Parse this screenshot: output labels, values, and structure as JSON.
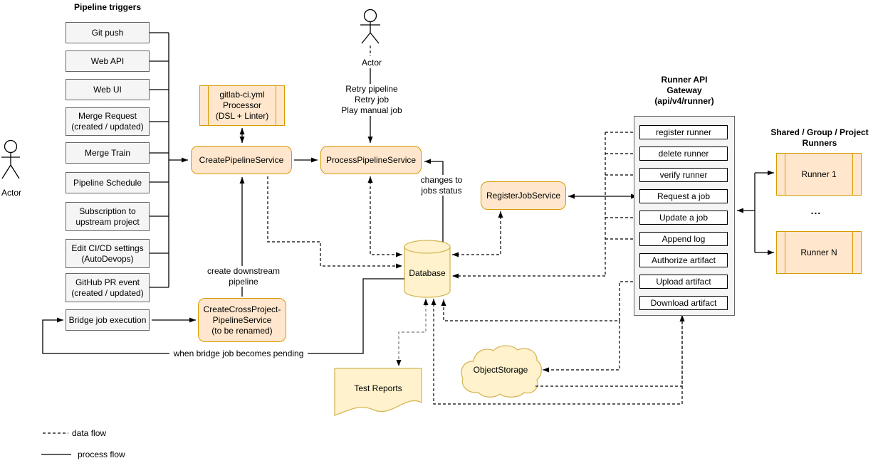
{
  "titles": {
    "pipeline_triggers": "Pipeline triggers",
    "runner_api_gateway": "Runner API\nGateway\n(api/v4/runner)",
    "shared_runners": "Shared / Group / Project\nRunners"
  },
  "actors": {
    "left": "Actor",
    "top": "Actor"
  },
  "triggers": [
    "Git push",
    "Web API",
    "Web UI",
    "Merge Request\n(created / updated)",
    "Merge Train",
    "Pipeline Schedule",
    "Subscription to\nupstream project",
    "Edit CI/CD settings\n(AutoDevops)",
    "GitHub PR event\n(created / updated)"
  ],
  "bridge": "Bridge job execution",
  "services": {
    "processor": "gitlab-ci.yml\nProcessor\n(DSL + Linter)",
    "create_pipeline": "CreatePipelineService",
    "process_pipeline": "ProcessPipelineService",
    "register_job": "RegisterJobService",
    "create_cross_project": "CreateCrossProject-\nPipelineService\n(to be renamed)"
  },
  "stores": {
    "database": "Database",
    "test_reports": "Test Reports",
    "object_storage": "ObjectStorage"
  },
  "gateway_endpoints": [
    "register runner",
    "delete runner",
    "verify runner",
    "Request a job",
    "Update a job",
    "Append log",
    "Authorize artifact",
    "Upload artifact",
    "Download artifact"
  ],
  "runners": {
    "runner1": "Runner 1",
    "ellipsis": "...",
    "runnerN": "Runner N"
  },
  "edge_labels": {
    "retry": "Retry pipeline\nRetry job\nPlay manual job",
    "changes": "changes to\njobs status",
    "create_downstream": "create downstream\npipeline",
    "when_bridge": "when bridge job becomes pending"
  },
  "legend": {
    "data_flow": "data flow",
    "process_flow": "process flow"
  },
  "colors": {
    "orange_fill": "#FFE6CC",
    "orange_stroke": "#D79B00",
    "yellow_fill": "#FFF2CC",
    "yellow_stroke": "#D6B656",
    "gray_fill": "#F5F5F5",
    "gray_stroke": "#666666"
  }
}
